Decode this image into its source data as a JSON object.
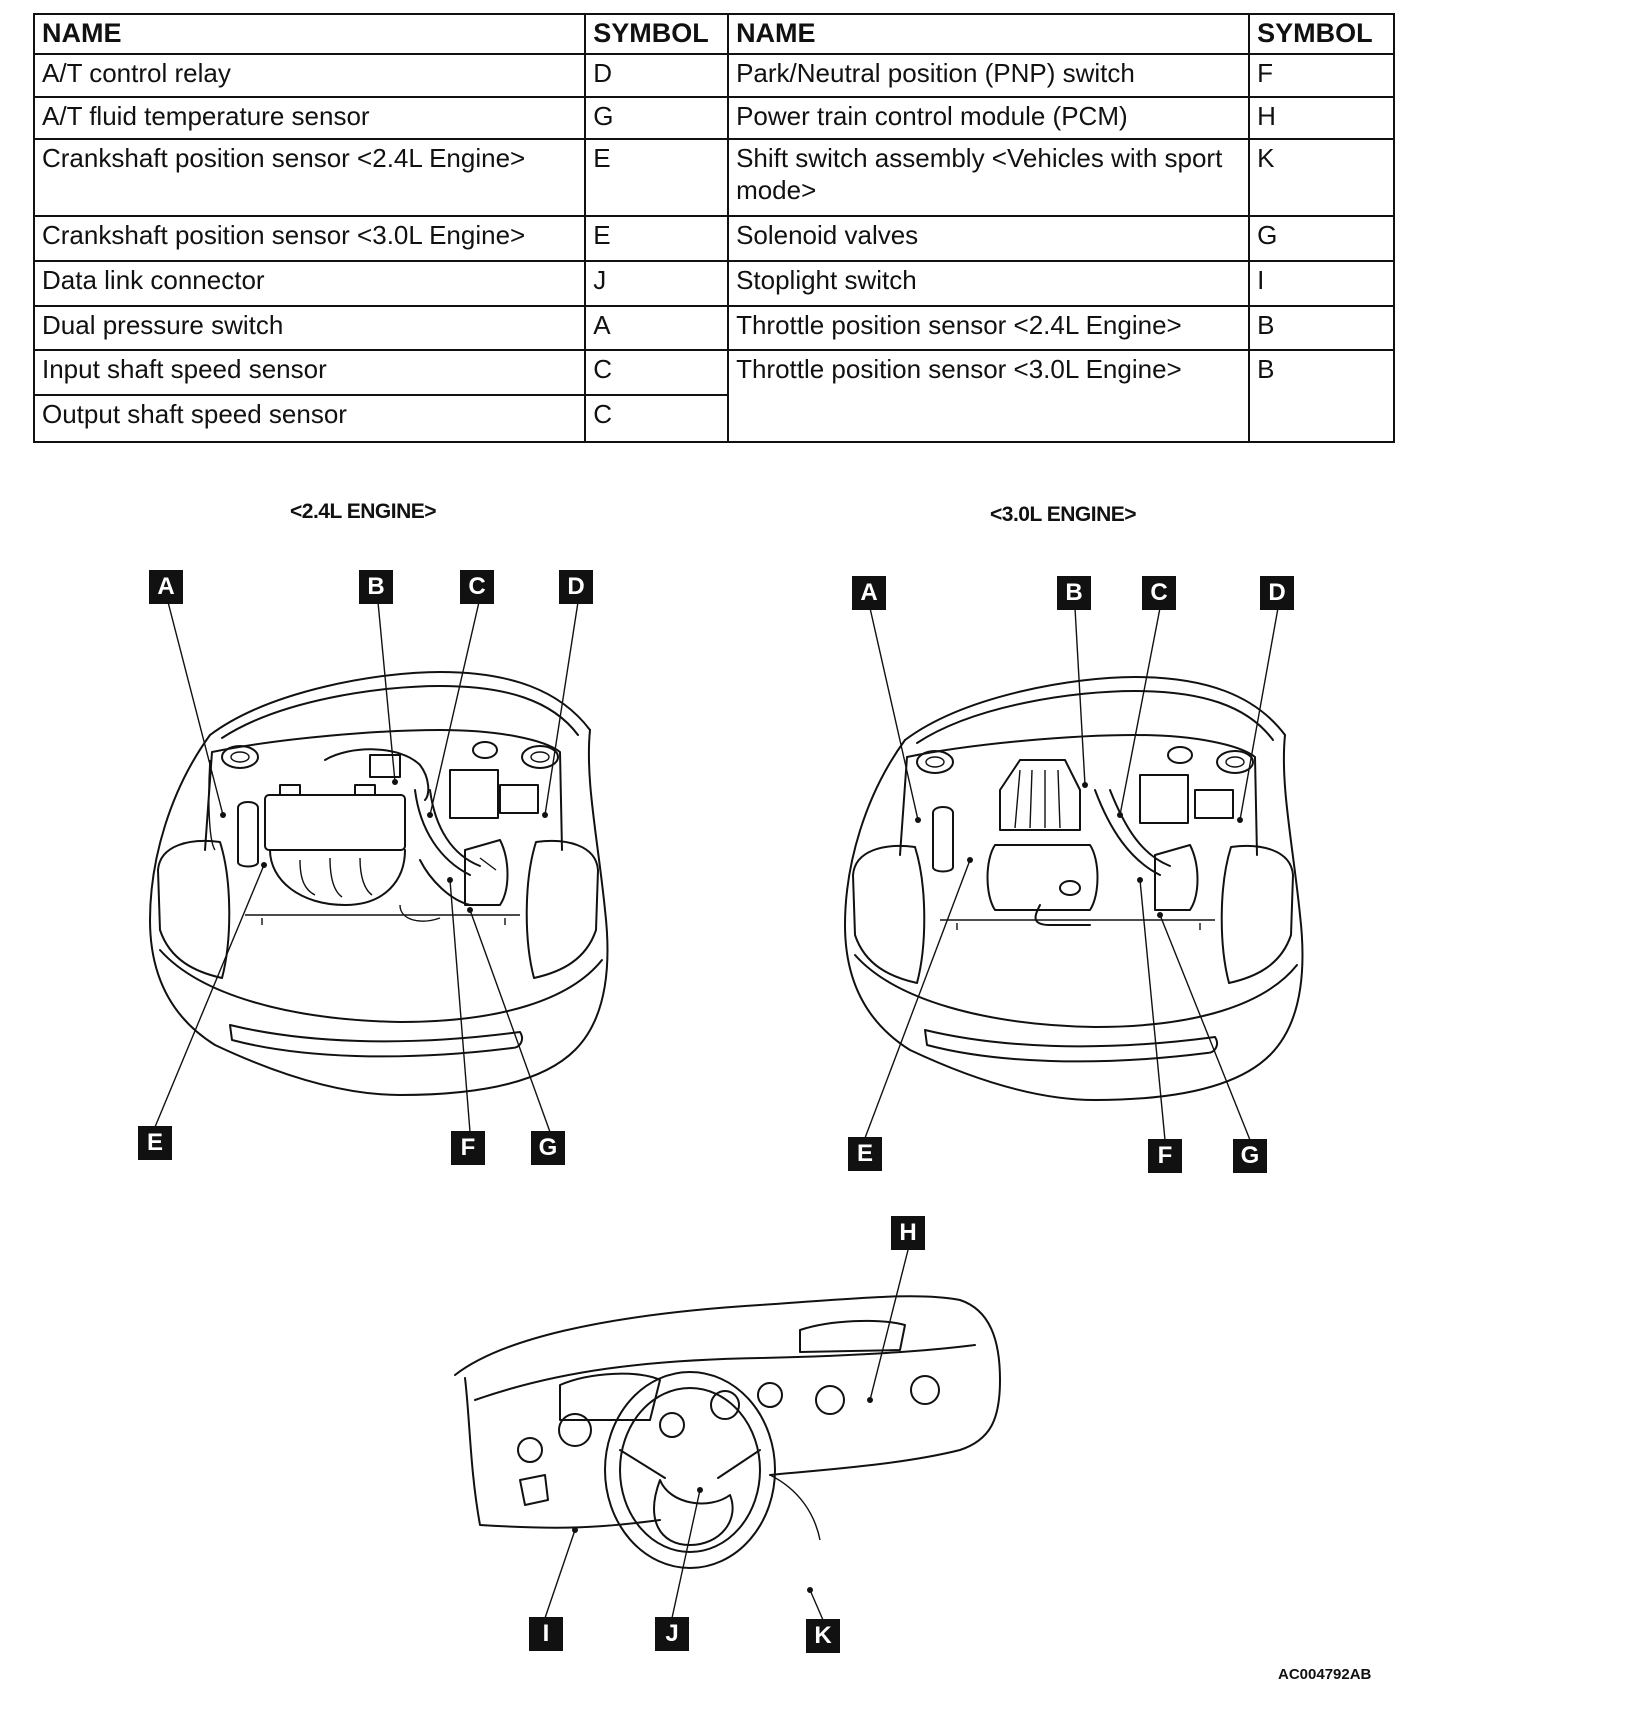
{
  "table": {
    "headers": {
      "name": "NAME",
      "symbol": "SYMBOL"
    },
    "left_rows": [
      {
        "name": "A/T control relay",
        "symbol": "D"
      },
      {
        "name": "A/T fluid temperature sensor",
        "symbol": "G"
      },
      {
        "name": "Crankshaft position sensor <2.4L Engine>",
        "symbol": "E"
      },
      {
        "name": "Crankshaft position sensor <3.0L Engine>",
        "symbol": "E"
      },
      {
        "name": "Data link connector",
        "symbol": "J"
      },
      {
        "name": "Dual pressure switch",
        "symbol": "A"
      },
      {
        "name": "Input shaft speed sensor",
        "symbol": "C"
      },
      {
        "name": "Output shaft speed sensor",
        "symbol": "C"
      }
    ],
    "right_rows": [
      {
        "name": "Park/Neutral position (PNP) switch",
        "symbol": "F"
      },
      {
        "name": "Power train control module (PCM)",
        "symbol": "H"
      },
      {
        "name": "Shift switch assembly <Vehicles with sport mode>",
        "symbol": "K"
      },
      {
        "name": "Solenoid valves",
        "symbol": "G"
      },
      {
        "name": "Stoplight switch",
        "symbol": "I"
      },
      {
        "name": "Throttle position sensor <2.4L Engine>",
        "symbol": "B"
      },
      {
        "name": "Throttle position sensor <3.0L Engine>",
        "symbol": "B"
      }
    ]
  },
  "figures": {
    "engine_24_title": "<2.4L ENGINE>",
    "engine_30_title": "<3.0L ENGINE>",
    "callouts": {
      "A": "A",
      "B": "B",
      "C": "C",
      "D": "D",
      "E": "E",
      "F": "F",
      "G": "G",
      "H": "H",
      "I": "I",
      "J": "J",
      "K": "K"
    },
    "figure_code": "AC004792AB"
  },
  "colors": {
    "ink": "#111111",
    "background": "#ffffff"
  }
}
